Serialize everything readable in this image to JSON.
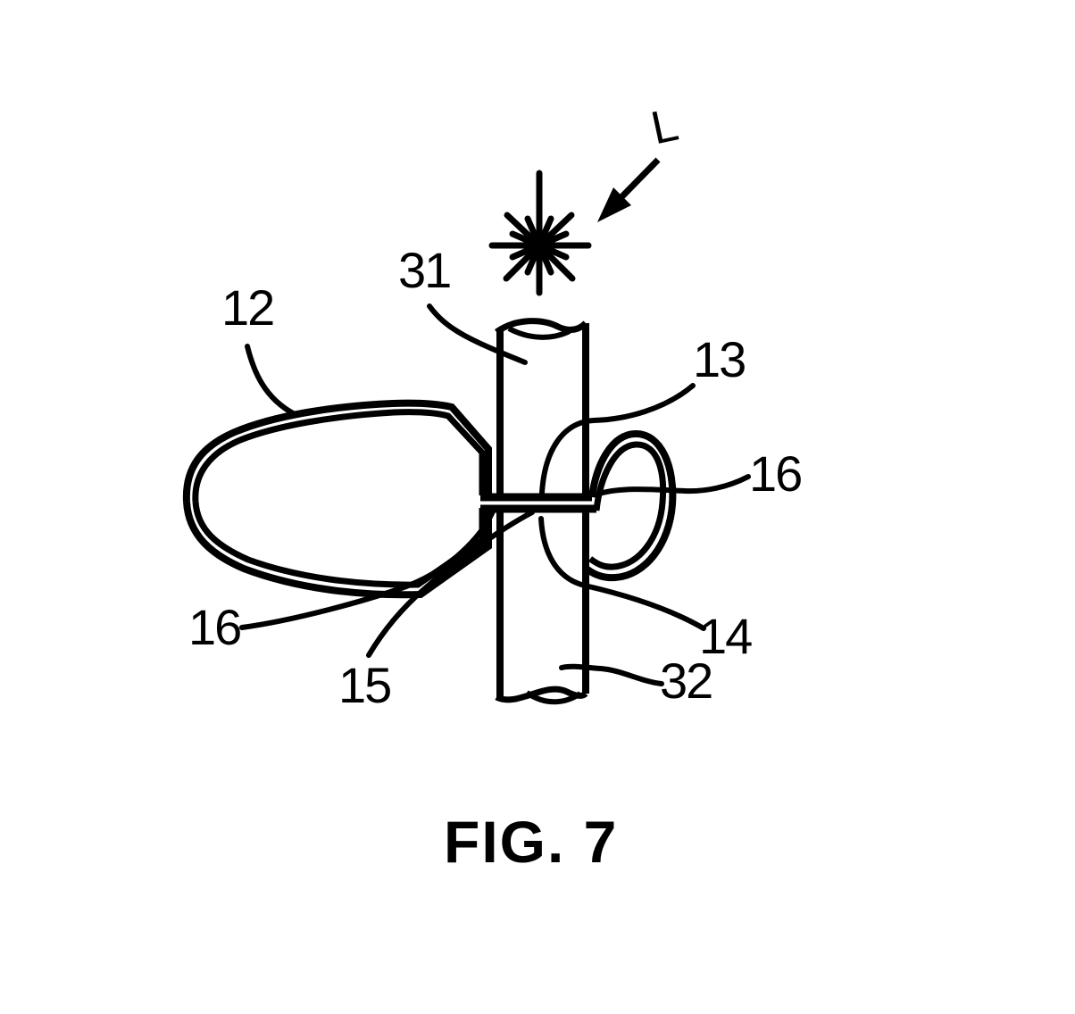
{
  "figure": {
    "caption": "FIG. 7",
    "labels": {
      "light": "L",
      "upper_tube": "31",
      "balloon_left": "12",
      "film_upper": "13",
      "weld_right": "16",
      "weld_left": "16",
      "weld_center": "15",
      "film_lower": "14",
      "lower_tube": "32"
    },
    "colors": {
      "ink": "#000000",
      "background": "#ffffff"
    }
  }
}
